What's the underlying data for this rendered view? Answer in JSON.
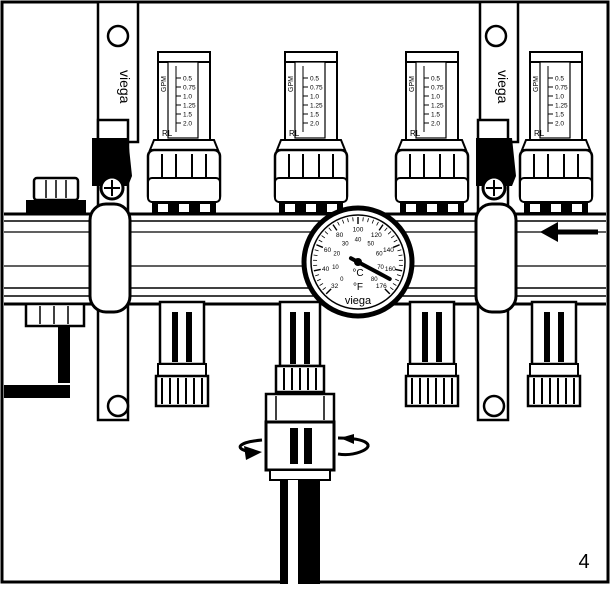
{
  "figure": {
    "step_number": "4"
  },
  "flowmeter": {
    "unit": "GPM",
    "scale": [
      "0.5",
      "0.75",
      "1.0",
      "1.25",
      "1.5",
      "2.0"
    ],
    "badge": "RL"
  },
  "gauge": {
    "celsius_ticks": [
      "0",
      "10",
      "20",
      "30",
      "40",
      "50",
      "60",
      "70",
      "80"
    ],
    "fahrenheit_ticks": [
      "32",
      "40",
      "60",
      "80",
      "100",
      "120",
      "140",
      "160",
      "176"
    ],
    "unit_c": "°C",
    "unit_f": "°F",
    "brand": "viega",
    "needle_value_c": 75
  },
  "brackets": {
    "brand": "viega"
  },
  "colors": {
    "line": "#000000",
    "paper": "#ffffff"
  }
}
